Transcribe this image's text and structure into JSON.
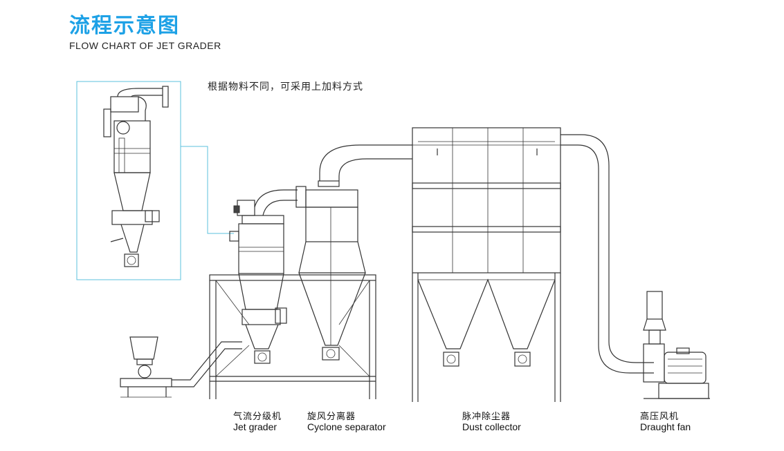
{
  "header": {
    "title_cn": "流程示意图",
    "title_en": "FLOW CHART OF JET GRADER"
  },
  "note": "根据物料不同，可采用上加料方式",
  "equipment": [
    {
      "key": "jet_grader",
      "cn": "气流分级机",
      "en": "Jet grader"
    },
    {
      "key": "cyclone",
      "cn": "旋风分离器",
      "en": "Cyclone separator"
    },
    {
      "key": "dust_collector",
      "cn": "脉冲除尘器",
      "en": "Dust collector"
    },
    {
      "key": "fan",
      "cn": "高压风机",
      "en": "Draught fan"
    }
  ],
  "colors": {
    "accent": "#1da1e6",
    "inset_border": "#5bc0de",
    "line": "#333333"
  }
}
